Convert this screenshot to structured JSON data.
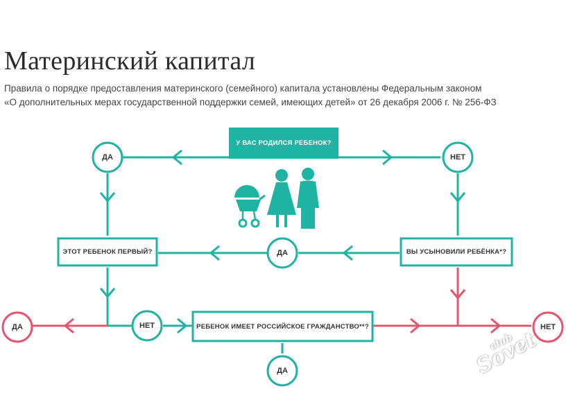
{
  "title": "Материнский капитал",
  "subtitle_line1": "Правила о порядке предоставления материнского (семейного) капитала установлены Федеральным законом",
  "subtitle_line2": "«О дополнительных мерах государственной поддержки семей, имеющих детей» от 26 декабря 2006 г. № 256-ФЗ",
  "boxes": {
    "q_born": "У вас родился ребенок?",
    "q_first": "Этот ребенок первый?",
    "q_adopted": "Вы усыновили ребёнка*?",
    "q_citizenship": "Ребенок имеет российское гражданство**?"
  },
  "nodes": {
    "yes_top": "ДА",
    "no_top": "НЕТ",
    "yes_middle": "ДА",
    "no_bottom": "НЕТ",
    "yes_bottom": "ДА",
    "yes_final_left": "ДА",
    "no_final_right": "НЕТ"
  },
  "watermark": {
    "small": "club",
    "large": "Sovet"
  },
  "colors": {
    "teal": "#1fb3a3",
    "pink": "#e8546f",
    "text": "#333333"
  }
}
